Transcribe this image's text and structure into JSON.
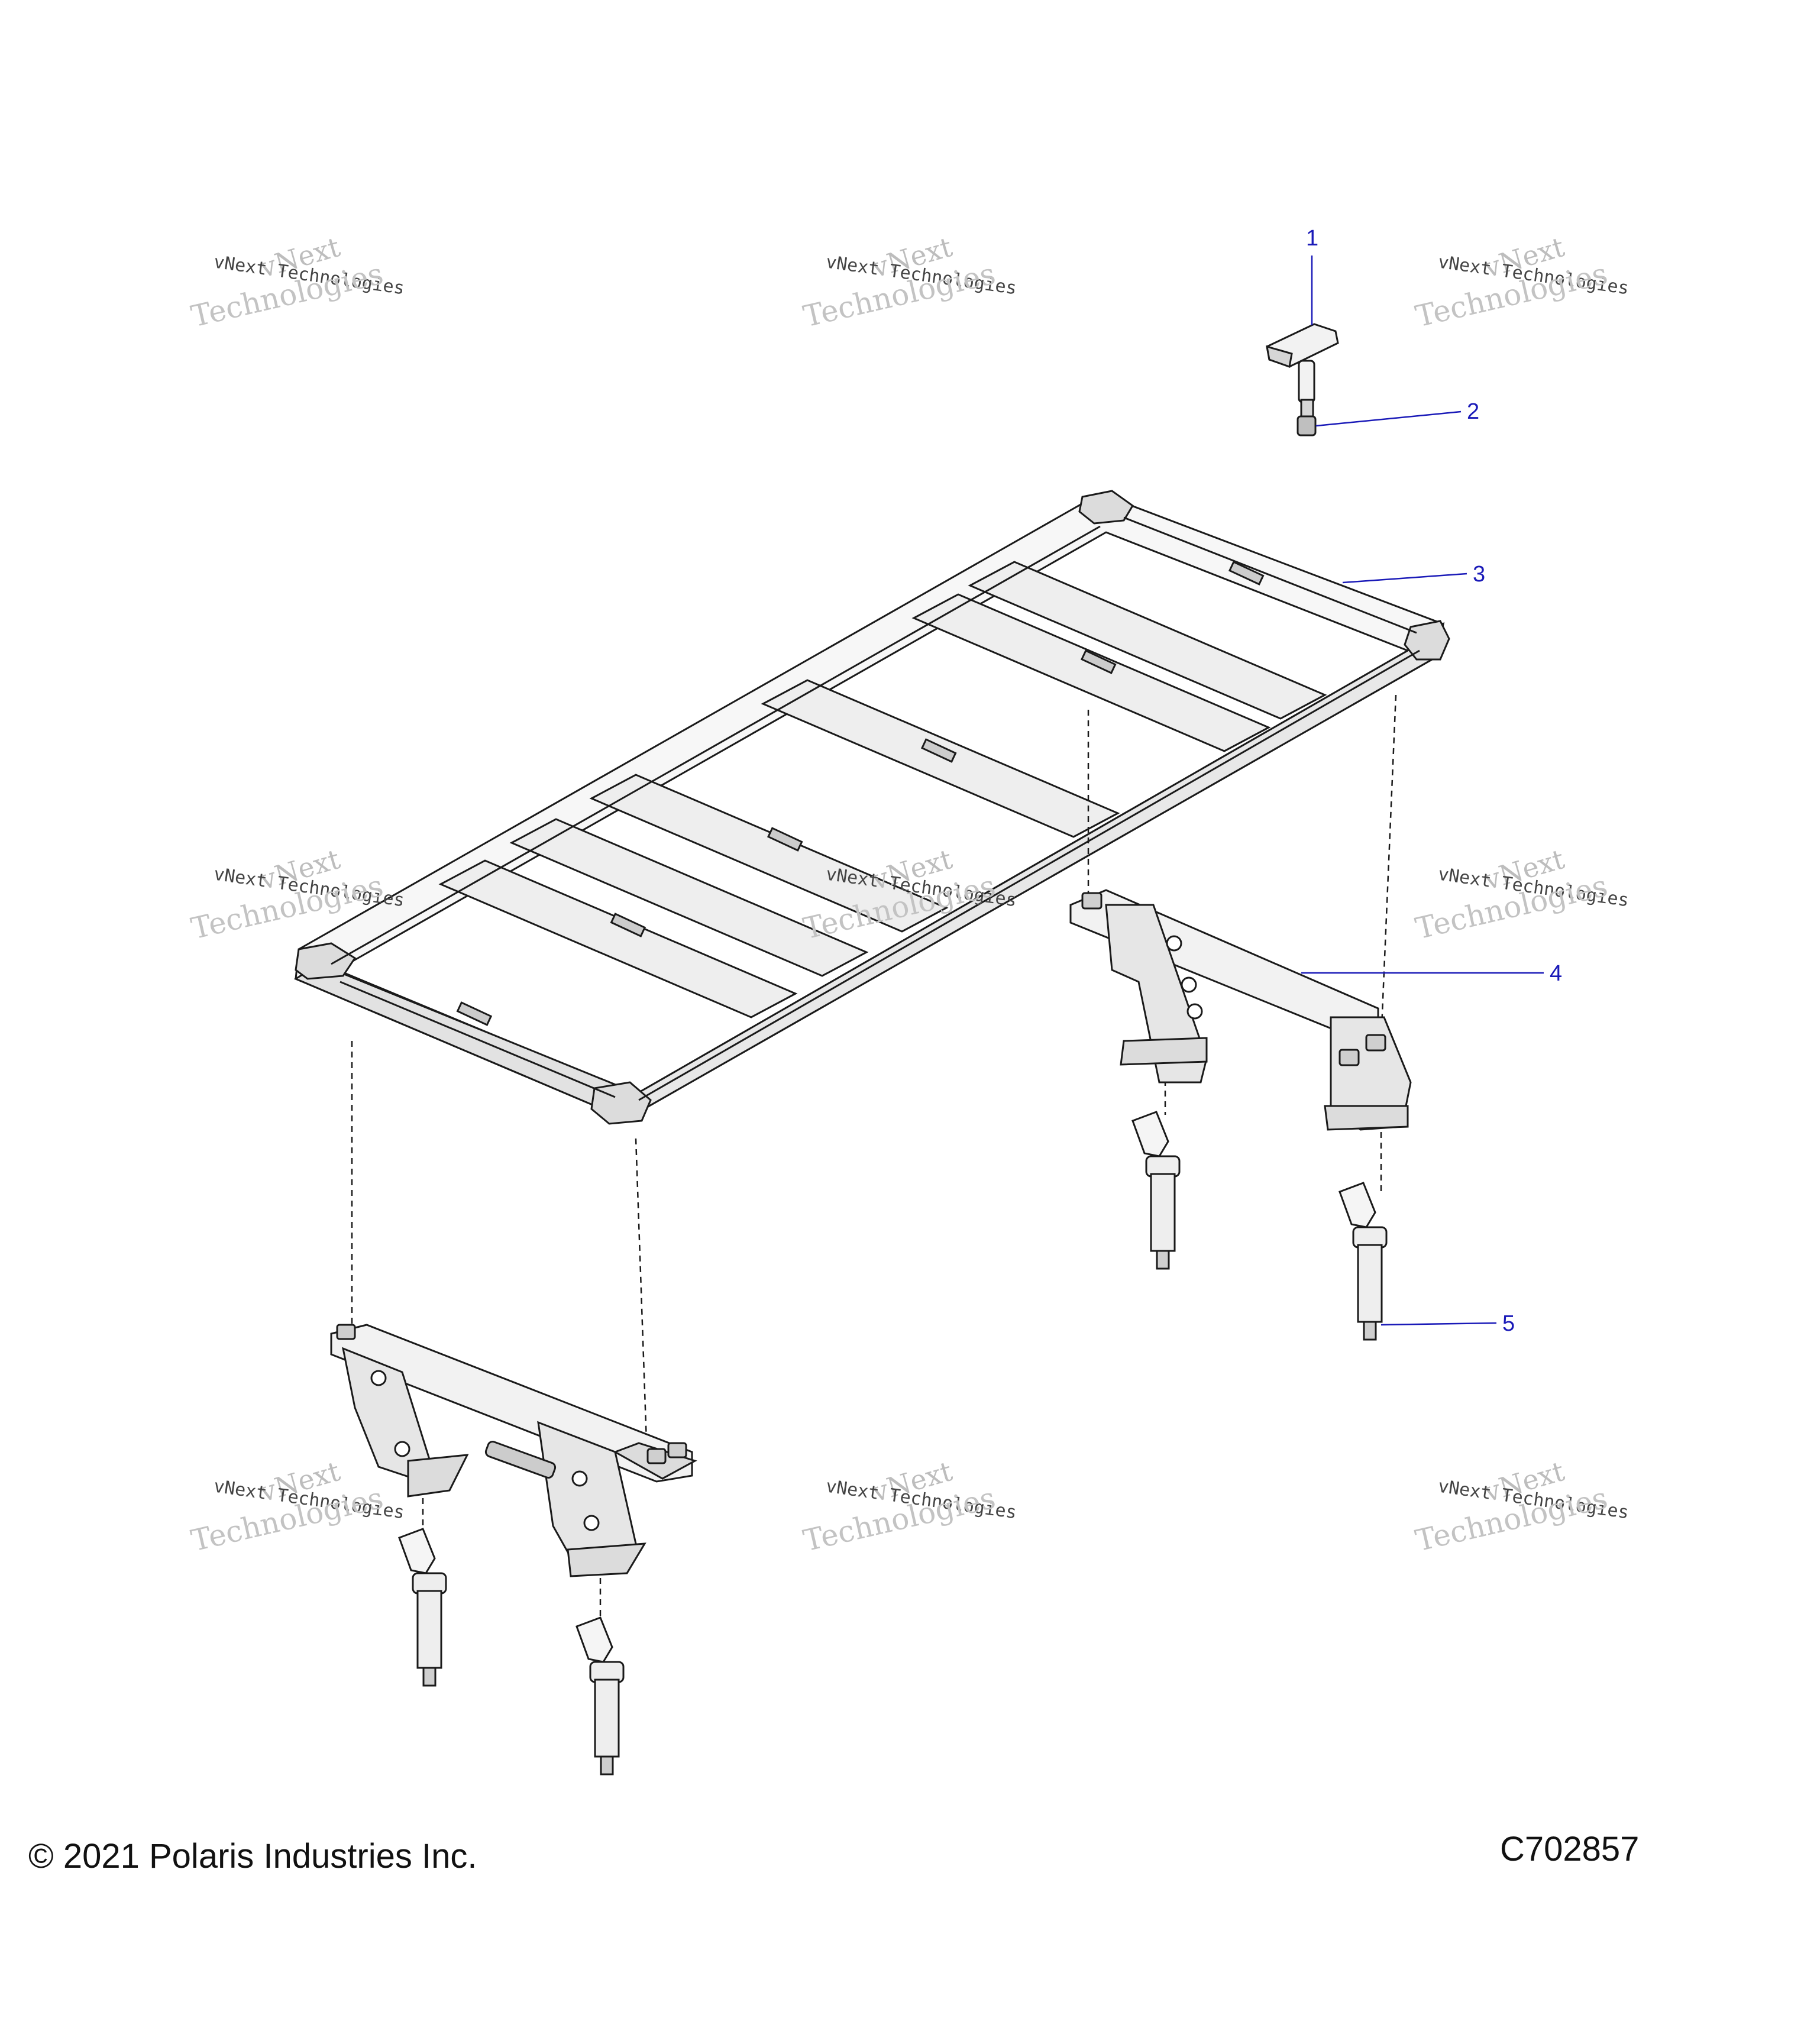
{
  "watermark": {
    "line1": "vNext",
    "line2": "vNext Technologies",
    "line3": "Technologies"
  },
  "callouts": [
    "1",
    "2",
    "3",
    "4",
    "5"
  ],
  "copyright": "© 2021 Polaris Industries Inc.",
  "diagram_code": "C702857",
  "colors": {
    "callout": "#1a1ab8",
    "line": "#1a1a1a",
    "part_fill": "#f2f2f2",
    "shade": "#cfcfcf"
  }
}
